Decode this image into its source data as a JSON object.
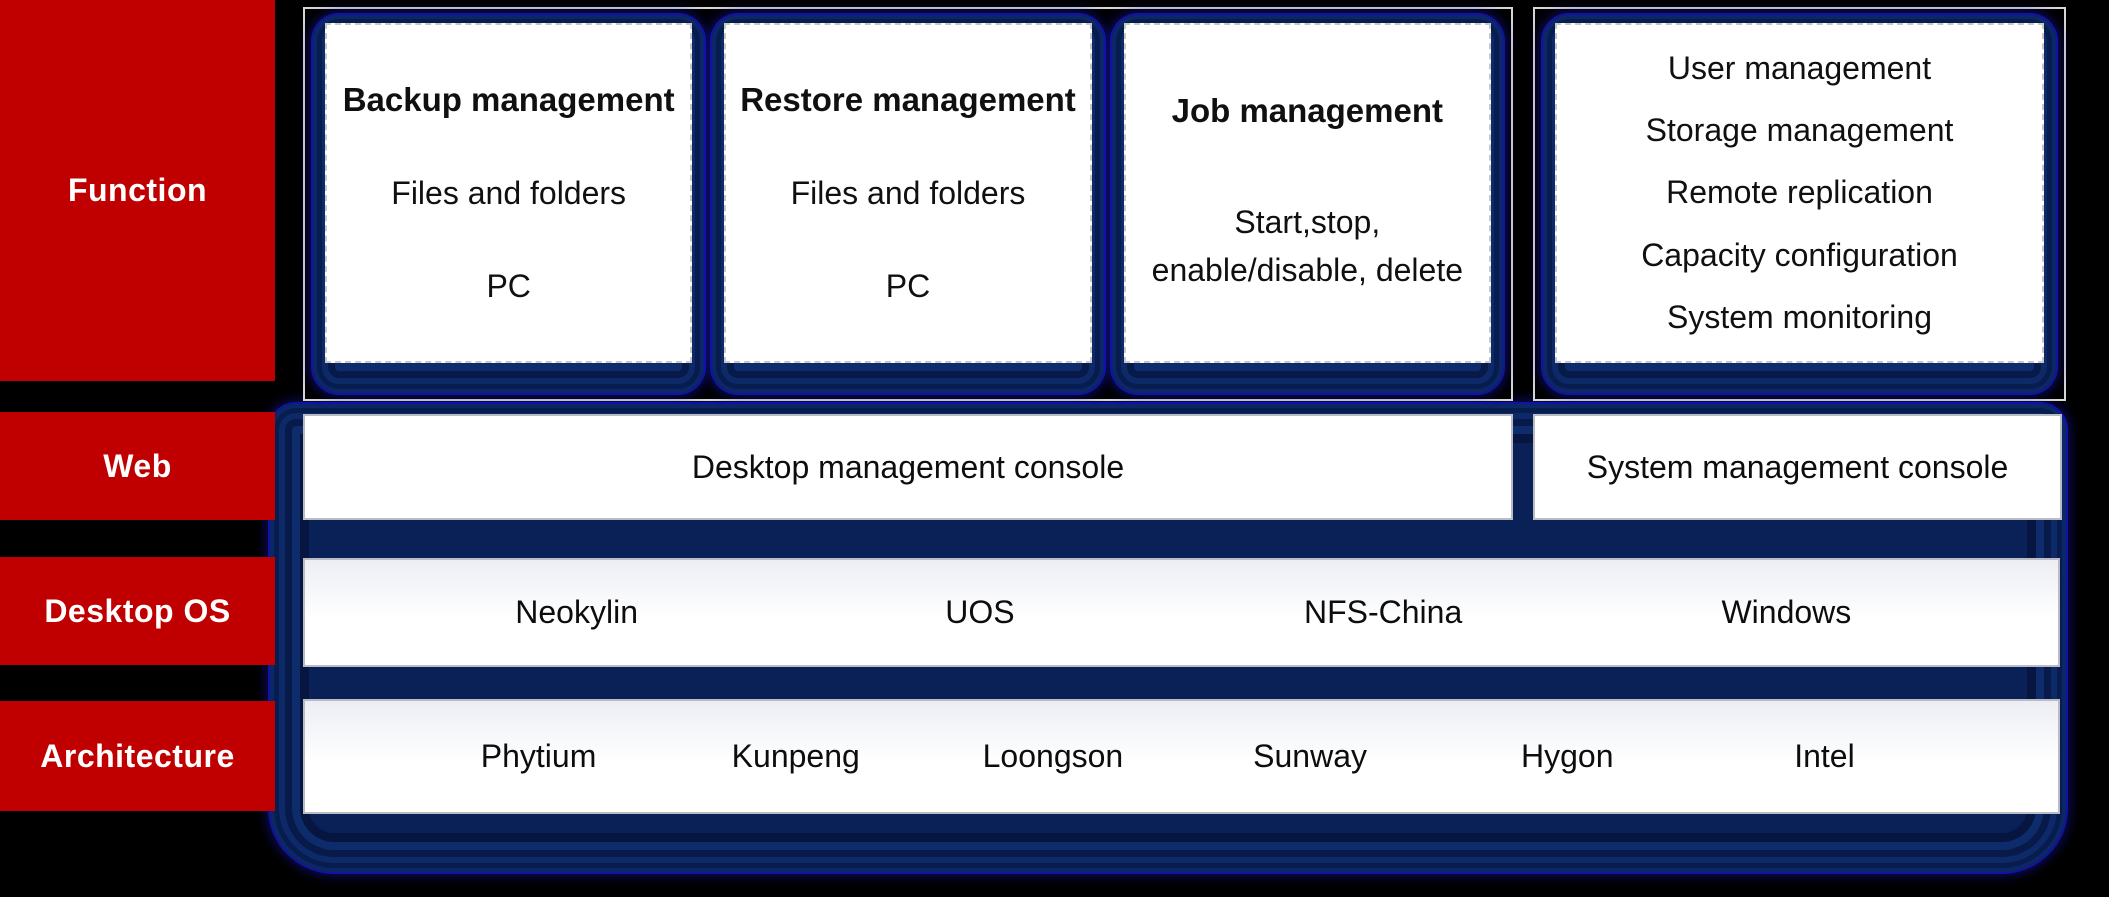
{
  "row_labels": {
    "function": "Function",
    "web": "Web",
    "desktop_os": "Desktop OS",
    "architecture": "Architecture"
  },
  "function_row": {
    "cards": [
      {
        "title": "Backup management",
        "line1": "Files and folders",
        "line2": "PC"
      },
      {
        "title": "Restore management",
        "line1": "Files and folders",
        "line2": "PC"
      },
      {
        "title": "Job management",
        "line1": "Start,stop,",
        "line2": "enable/disable, delete"
      }
    ],
    "system_panel": {
      "items": [
        "User management",
        "Storage management",
        "Remote replication",
        "Capacity configuration",
        "System monitoring"
      ]
    }
  },
  "web_row": {
    "desktop_console": "Desktop management console",
    "system_console": "System management console"
  },
  "desktop_os_row": {
    "items": [
      "Neokylin",
      "UOS",
      "NFS-China",
      "Windows"
    ]
  },
  "architecture_row": {
    "items": [
      "Phytium",
      "Kunpeng",
      "Loongson",
      "Sunway",
      "Hygon",
      "Intel"
    ]
  },
  "colors": {
    "row_label_red": "#c00000",
    "panel_navy": "#0a2158",
    "glow_blue": "#1414c8",
    "card_border_gray": "#c8c8c8"
  }
}
